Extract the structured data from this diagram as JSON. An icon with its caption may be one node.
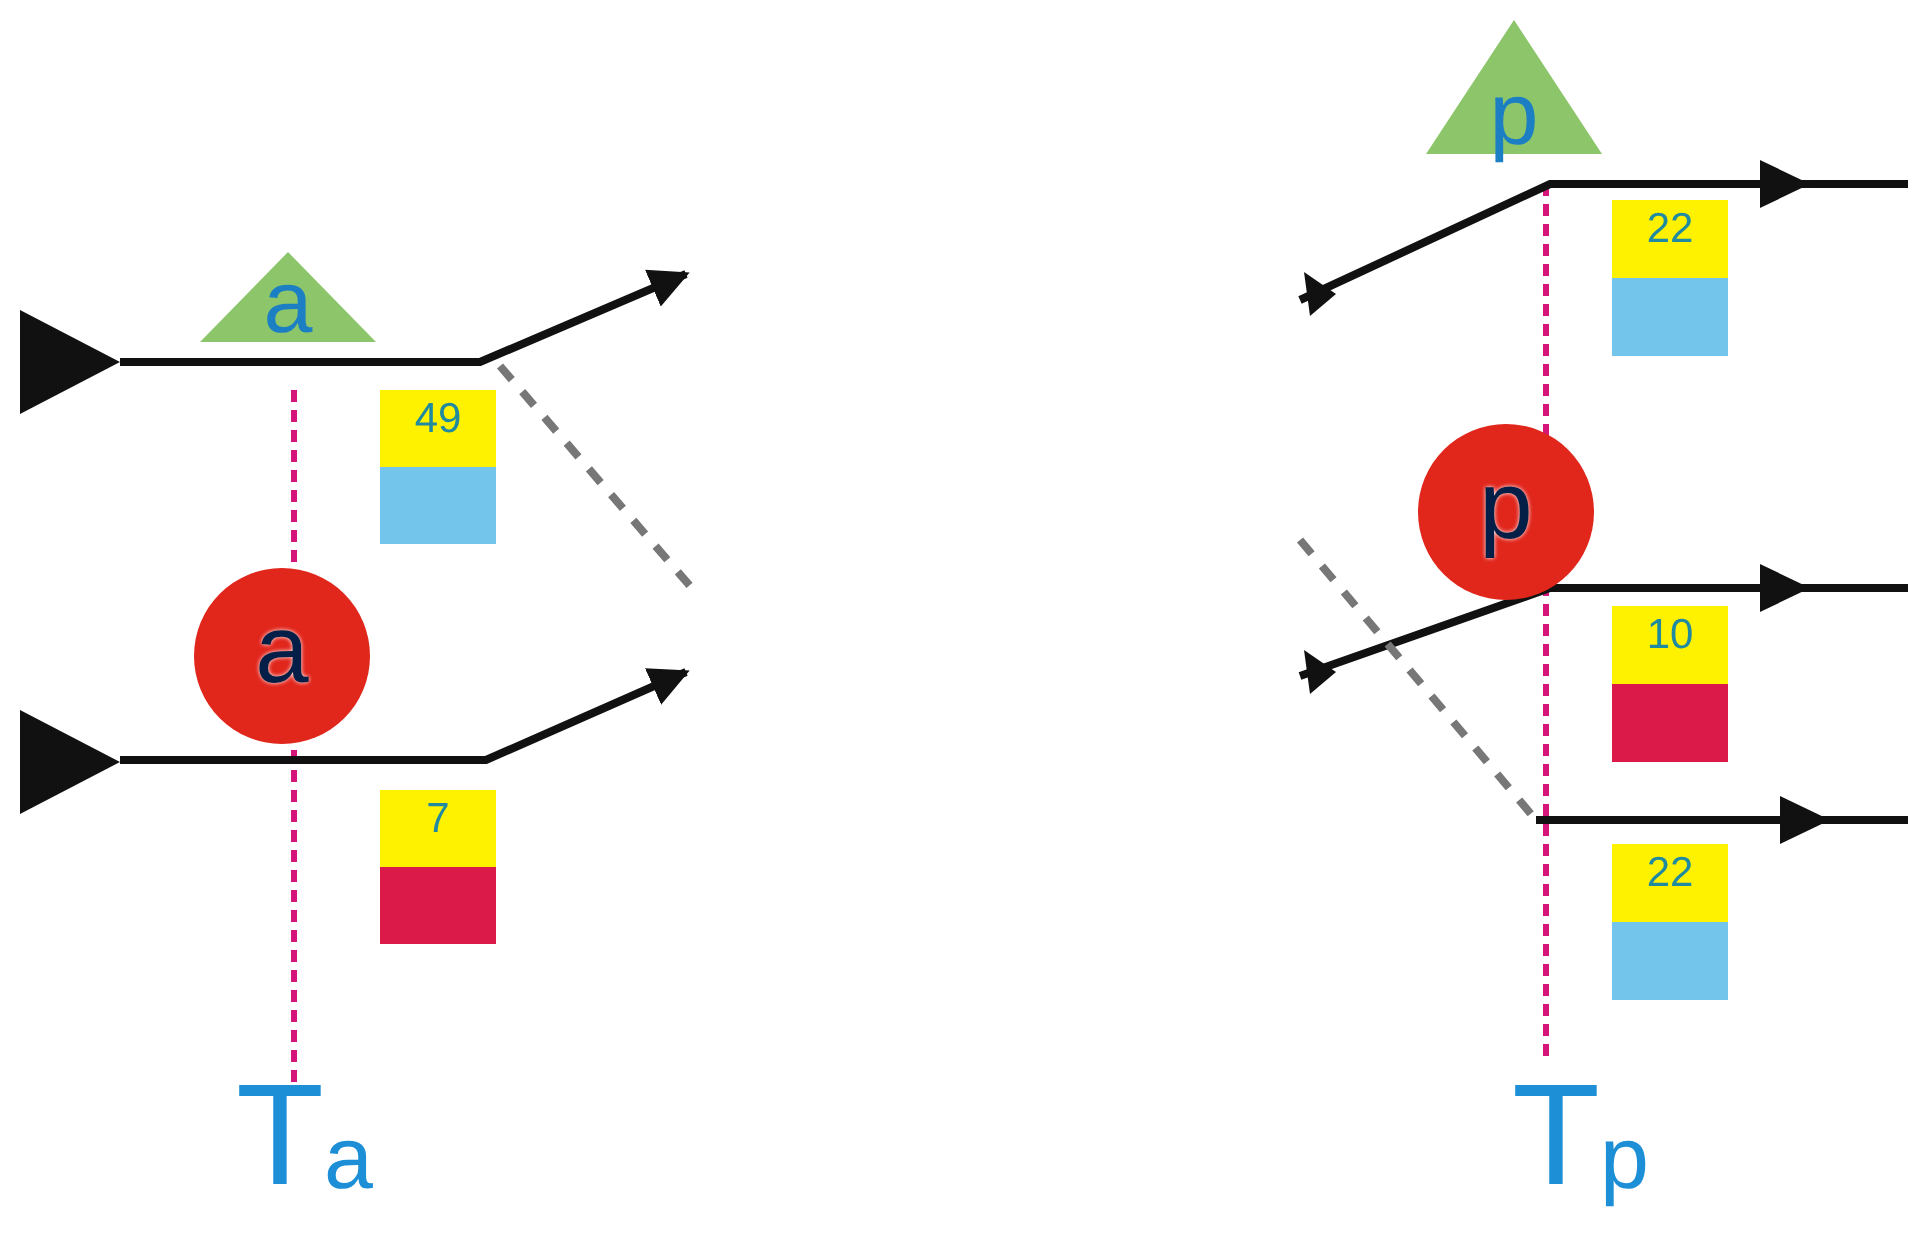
{
  "diagram": {
    "nodes": [
      {
        "text": [
          "a"
        ]
      },
      {
        "text": [
          "a"
        ]
      },
      {
        "text": [
          "49"
        ]
      },
      {
        "text": [
          "7"
        ]
      },
      {
        "text": [
          "p"
        ]
      },
      {
        "text": [
          "p"
        ]
      },
      {
        "text": [
          "22"
        ]
      },
      {
        "text": [
          "10"
        ]
      },
      {
        "text": [
          "22"
        ]
      }
    ],
    "labels": [
      "T$_{a}$",
      "T$_{p}$"
    ]
  }
}
